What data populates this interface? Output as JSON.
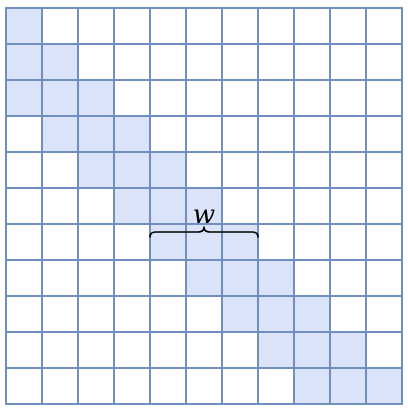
{
  "grid": {
    "rows": 11,
    "cols": 11,
    "shaded_cells": [
      [
        0,
        0
      ],
      [
        1,
        0
      ],
      [
        1,
        1
      ],
      [
        2,
        0
      ],
      [
        2,
        1
      ],
      [
        2,
        2
      ],
      [
        3,
        1
      ],
      [
        3,
        2
      ],
      [
        3,
        3
      ],
      [
        4,
        2
      ],
      [
        4,
        3
      ],
      [
        4,
        4
      ],
      [
        5,
        3
      ],
      [
        5,
        4
      ],
      [
        5,
        5
      ],
      [
        6,
        4
      ],
      [
        6,
        5
      ],
      [
        6,
        6
      ],
      [
        7,
        5
      ],
      [
        7,
        6
      ],
      [
        7,
        7
      ],
      [
        8,
        6
      ],
      [
        8,
        7
      ],
      [
        8,
        8
      ],
      [
        9,
        7
      ],
      [
        9,
        8
      ],
      [
        9,
        9
      ],
      [
        10,
        8
      ],
      [
        10,
        9
      ],
      [
        10,
        10
      ]
    ],
    "colors": {
      "shaded": "#dae3f8",
      "empty": "#ffffff",
      "line": "#6e8fc0"
    }
  },
  "annotation": {
    "label": "w",
    "row": 6,
    "col_start": 4,
    "col_end": 6
  }
}
